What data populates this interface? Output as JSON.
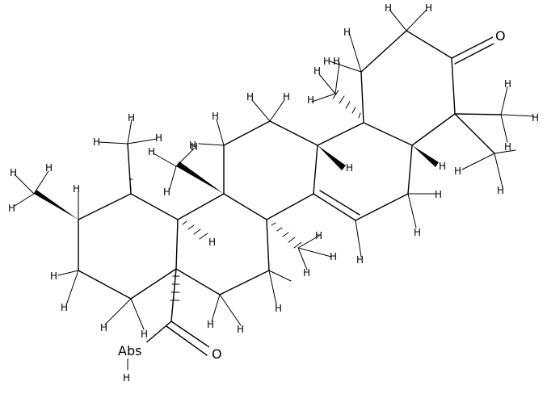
{
  "atoms": {
    "ketone_oxygen": "O",
    "acid_carbonyl_oxygen": "O",
    "acid_hydroxyl": "Abs"
  },
  "hydrogen_label": "H"
}
